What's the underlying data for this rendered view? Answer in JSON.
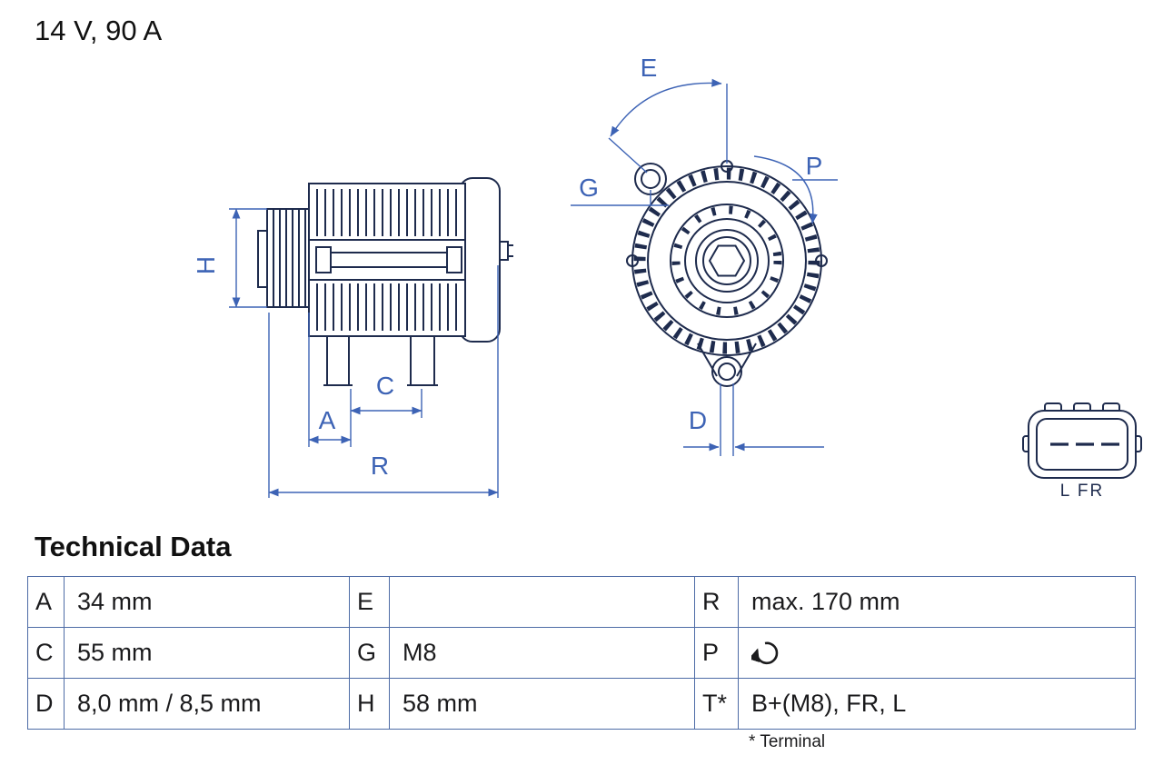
{
  "page": {
    "title": "14 V, 90 A"
  },
  "diagram": {
    "dimension_labels": {
      "H": "H",
      "A": "A",
      "C": "C",
      "R": "R",
      "E": "E",
      "G": "G",
      "P": "P",
      "D": "D"
    },
    "connector_label": "L FR",
    "colors": {
      "drawing_line": "#1e2b4d",
      "dimension_line": "#3d63b5"
    }
  },
  "technical_data": {
    "heading": "Technical Data",
    "footnote": "* Terminal",
    "rows": [
      {
        "c1k": "A",
        "c1v": "34 mm",
        "c2k": "E",
        "c2v": "",
        "c3k": "R",
        "c3v": "max. 170 mm"
      },
      {
        "c1k": "C",
        "c1v": "55 mm",
        "c2k": "G",
        "c2v": "M8",
        "c3k": "P",
        "c3v": "",
        "c3_icon": "rotation-direction-icon"
      },
      {
        "c1k": "D",
        "c1v": "8,0 mm / 8,5 mm",
        "c2k": "H",
        "c2v": "58 mm",
        "c3k": "T*",
        "c3v": "B+(M8), FR, L"
      }
    ]
  }
}
